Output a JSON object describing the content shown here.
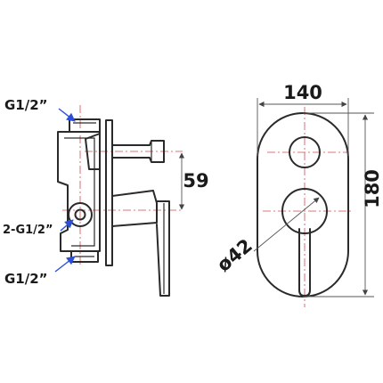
{
  "labels": {
    "width": "140",
    "height": "180",
    "center_distance": "59",
    "handle_diameter": "ø42",
    "inlet_top": "G1/2”",
    "outlet_middle": "2-G1/2”",
    "inlet_bottom": "G1/2”"
  },
  "colors": {
    "outline": "#2a2a2a",
    "centerline": "#d44a4a",
    "leader": "#2b4fd6"
  }
}
